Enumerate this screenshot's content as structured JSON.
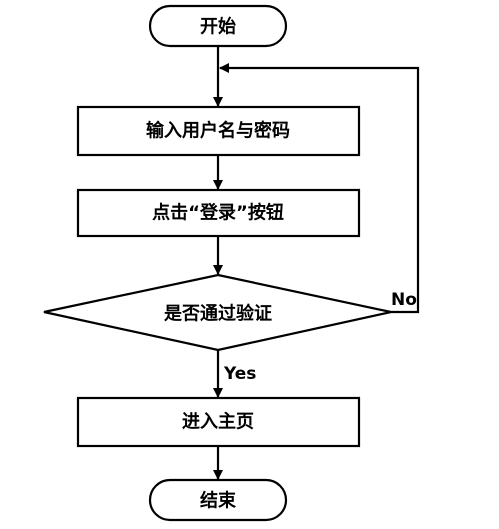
{
  "flowchart": {
    "nodes": {
      "start": {
        "label": "开始",
        "shape": "terminal"
      },
      "input": {
        "label": "输入用户名与密码",
        "shape": "process"
      },
      "click": {
        "label": "点击“登录”按钮",
        "shape": "process"
      },
      "decision": {
        "label": "是否通过验证",
        "shape": "decision"
      },
      "home": {
        "label": "进入主页",
        "shape": "process"
      },
      "end": {
        "label": "结束",
        "shape": "terminal"
      }
    },
    "edges": {
      "yes_label": "Yes",
      "no_label": "No"
    }
  }
}
